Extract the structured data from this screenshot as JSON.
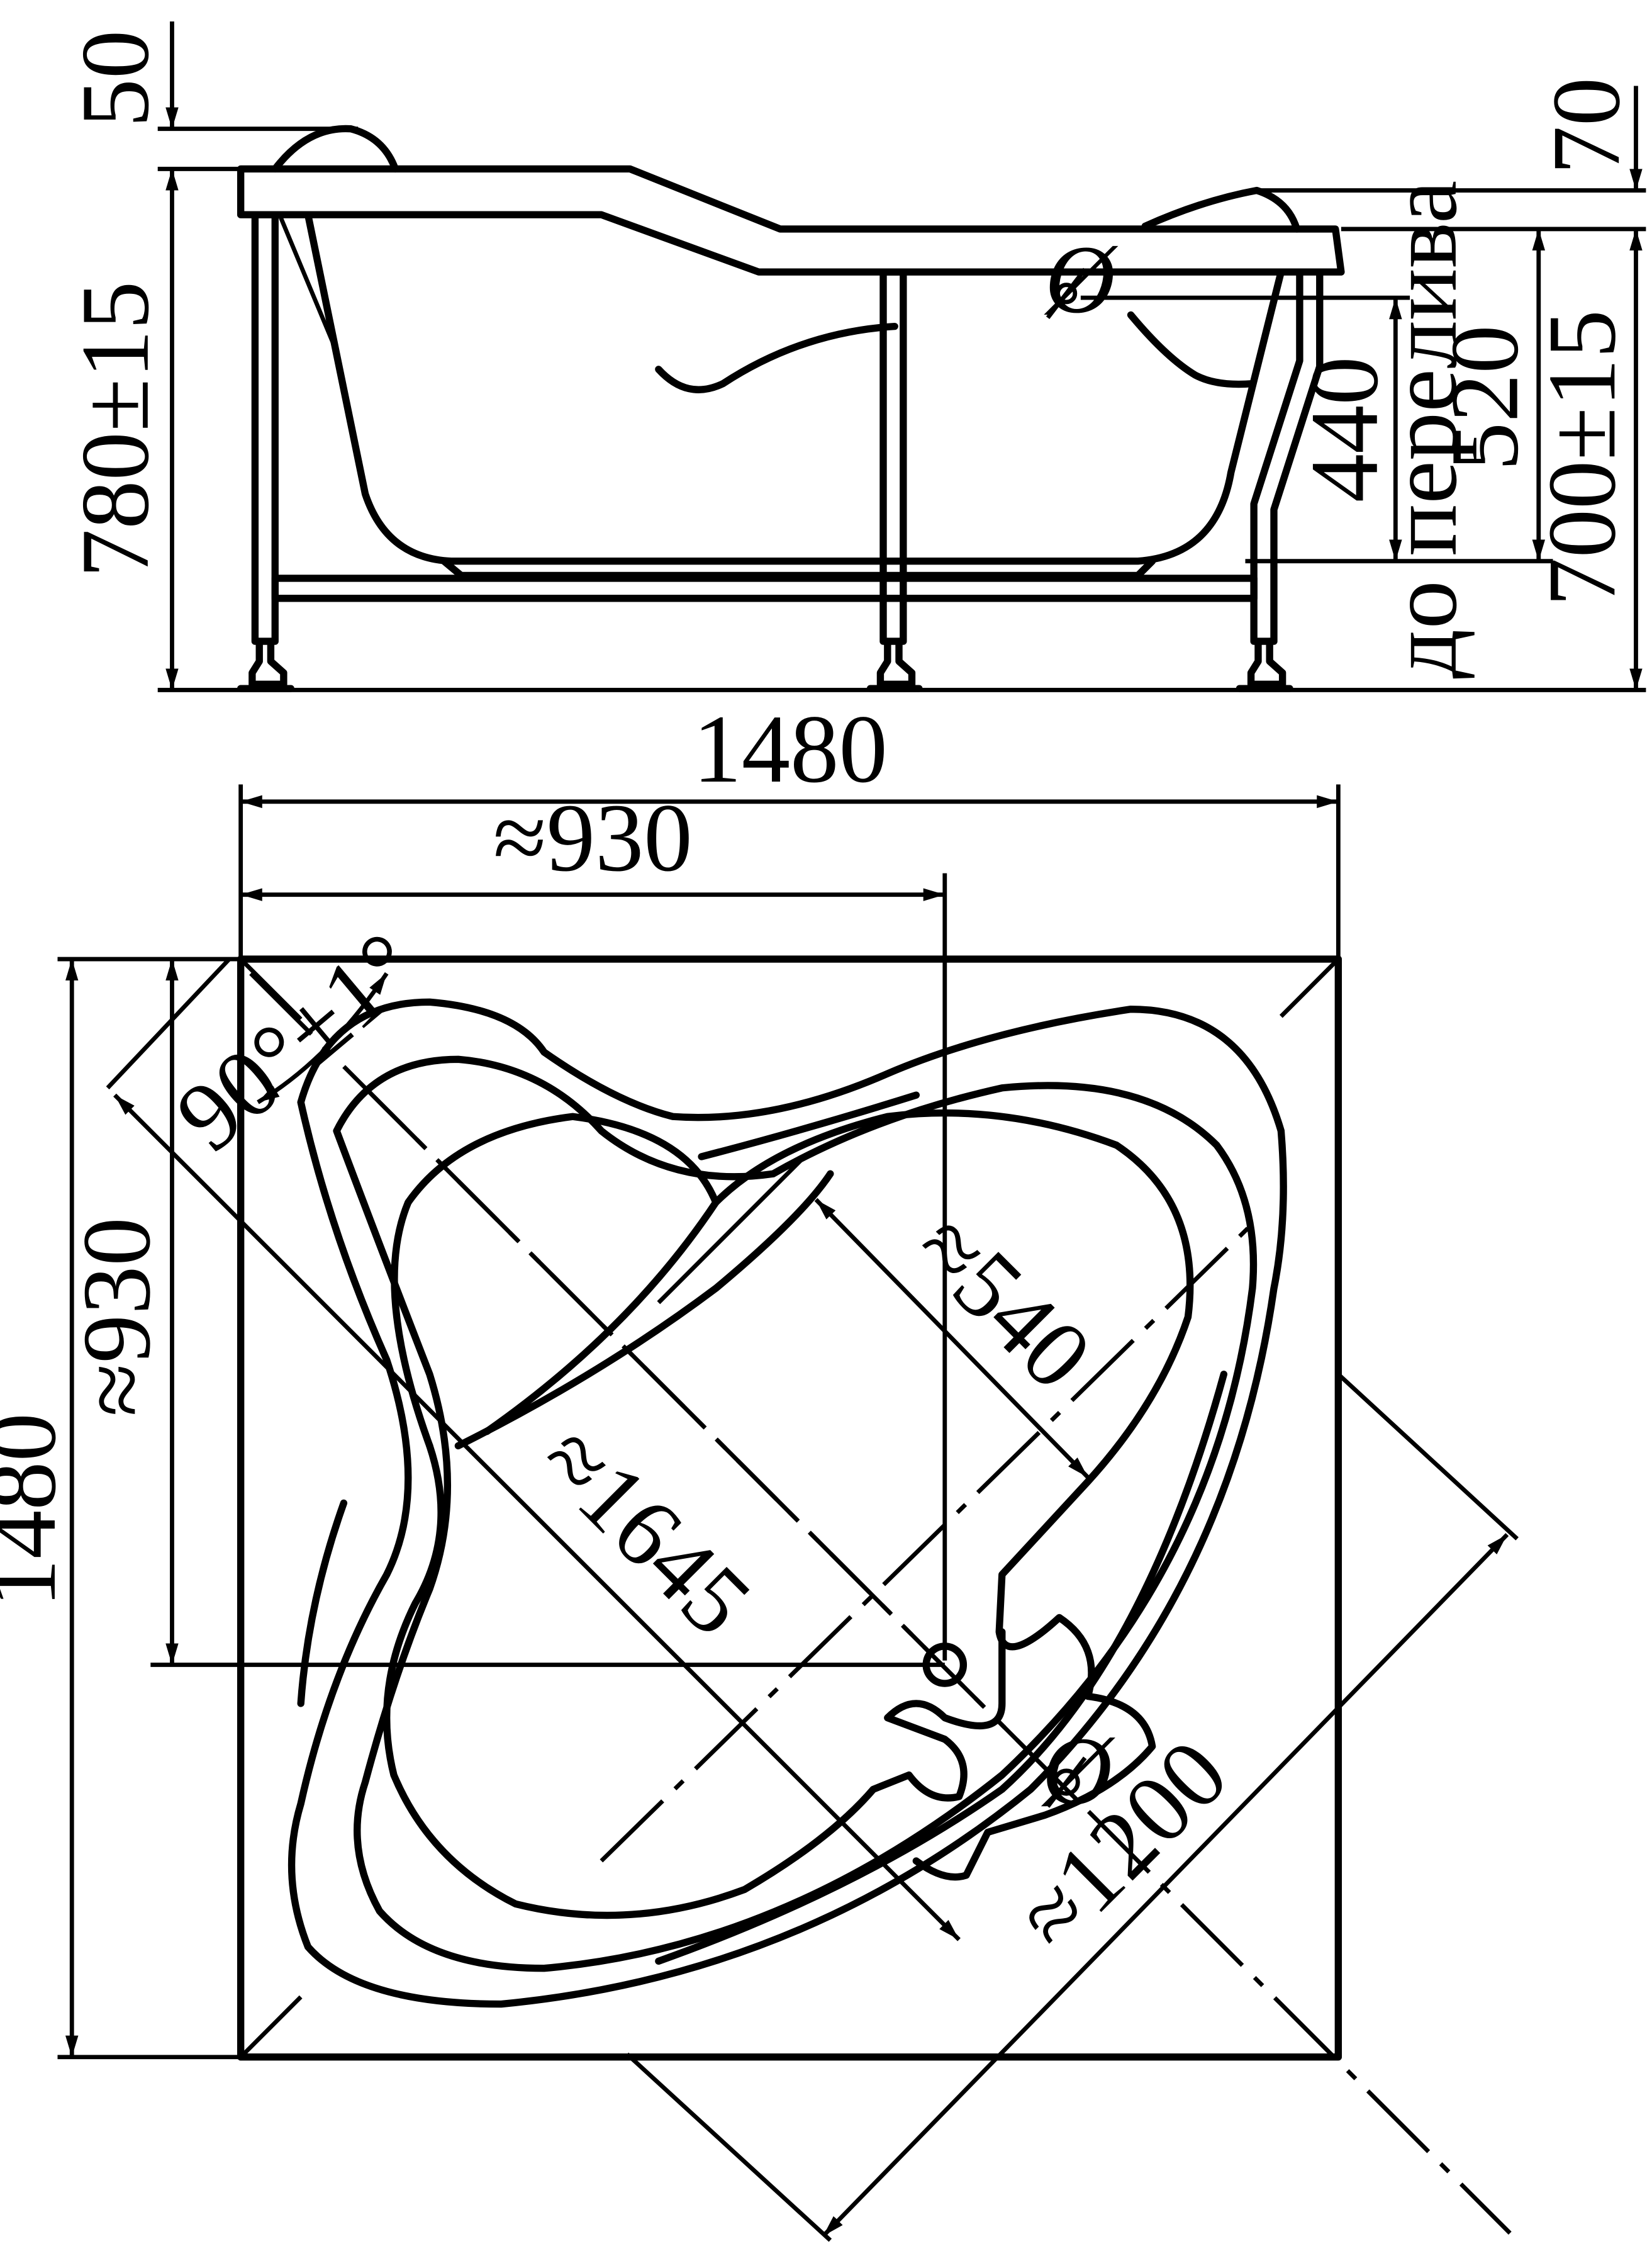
{
  "side_view": {
    "dim_top_left": "50",
    "dim_top_right": "70",
    "dim_total_height": "780±15",
    "dim_rim_height": "700±15",
    "dim_overflow_height": "520",
    "dim_overflow_label": "до перелива",
    "dim_inner_depth": "440",
    "overflow_symbol": "Ø"
  },
  "top_view": {
    "dim_width": "1480",
    "dim_height": "1480",
    "dim_half_width": "≈930",
    "dim_half_height": "≈930",
    "dim_angle": "90°±1°",
    "dim_diagonal": "≈1645",
    "dim_seat": "≈540",
    "dim_front": "≈1200",
    "drain_symbol": "Ø"
  }
}
